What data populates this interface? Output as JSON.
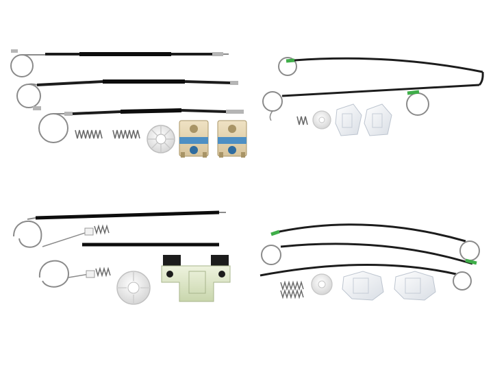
{
  "image": {
    "subject": "window-regulator-repair-kits",
    "background": "#ffffff"
  },
  "colors": {
    "cable": "#1c1c1c",
    "sleeve": "#0d0d0d",
    "wire": "#8a8a8a",
    "spring": "#6b6b6b",
    "pulley": "#eeeeee",
    "slider_beige": "#e3d2ad",
    "slider_blue": "#4d8fc4",
    "slider_white": "#f2f4f7",
    "slider_green": "#dfe8c9",
    "end_green": "#3fae49",
    "terminal_grey": "#b5b5b5"
  },
  "kits": [
    {
      "id": "kit-top-left",
      "style": "beige-sliders",
      "cables": 3,
      "springs": 2,
      "pulleys": 1,
      "sliders": 2
    },
    {
      "id": "kit-top-right",
      "style": "white-sliders-green-ends",
      "cables": 2,
      "springs": 1,
      "pulleys": 1,
      "sliders": 2
    },
    {
      "id": "kit-bottom-left",
      "style": "green-slider-single",
      "cables": 2,
      "springs": 2,
      "pulleys": 1,
      "sliders": 1
    },
    {
      "id": "kit-bottom-right",
      "style": "white-sliders-green-ends",
      "cables": 3,
      "springs": 2,
      "pulleys": 1,
      "sliders": 2
    }
  ]
}
